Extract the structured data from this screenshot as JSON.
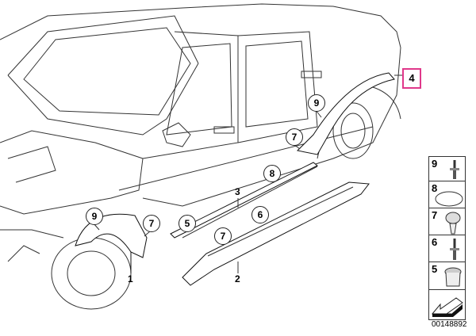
{
  "diagram": {
    "part_group_label": "4",
    "callouts": {
      "front_flare_screw": "9",
      "front_flare_clip": "7",
      "front_flare": "1",
      "sill_seal_clip": "5",
      "sill_strip": "3",
      "sill_strip_seal": "8",
      "sill_clip_6": "6",
      "sill_clip_7": "7",
      "side_sill": "2",
      "rear_flare_clip": "7",
      "rear_flare_screw": "9"
    },
    "legend": [
      {
        "number": "9",
        "icon": "screw-stud-icon"
      },
      {
        "number": "8",
        "icon": "oval-pad-icon"
      },
      {
        "number": "7",
        "icon": "push-clip-icon"
      },
      {
        "number": "6",
        "icon": "screw-stud-icon"
      },
      {
        "number": "5",
        "icon": "grommet-icon"
      }
    ],
    "document_number": "00148892",
    "colors": {
      "highlight": "#e0388a",
      "line": "#333333"
    }
  }
}
